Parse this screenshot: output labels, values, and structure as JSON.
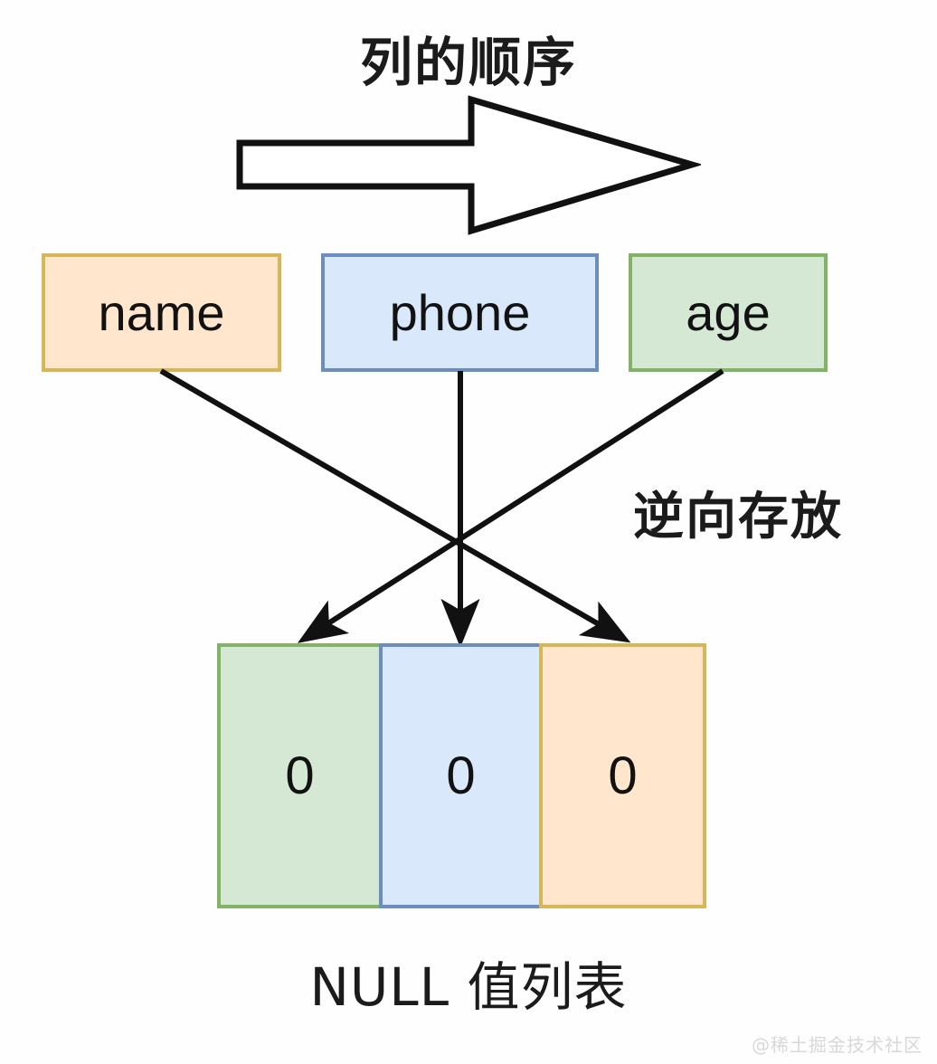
{
  "diagram": {
    "title": "列的顺序",
    "side_note": "逆向存放",
    "caption": "NULL 值列表",
    "watermark": "@稀土掘金技术社区",
    "top_arrow_label": "column-order-block-arrow",
    "columns": [
      {
        "label": "name",
        "fill": "#ffe6cc",
        "stroke": "#d6b656"
      },
      {
        "label": "phone",
        "fill": "#dae8fc",
        "stroke": "#6c8ebf"
      },
      {
        "label": "age",
        "fill": "#d5e8d4",
        "stroke": "#82b366"
      }
    ],
    "null_bitmap": [
      {
        "value": "0",
        "fill": "#d5e8d4",
        "stroke": "#82b366",
        "maps_to": "age"
      },
      {
        "value": "0",
        "fill": "#dae8fc",
        "stroke": "#6c8ebf",
        "maps_to": "phone"
      },
      {
        "value": "0",
        "fill": "#ffe6cc",
        "stroke": "#d6b656",
        "maps_to": "name"
      }
    ],
    "mappings": [
      {
        "from": "name",
        "to": "null-bit-3"
      },
      {
        "from": "phone",
        "to": "null-bit-2"
      },
      {
        "from": "age",
        "to": "null-bit-1"
      }
    ],
    "colors": {
      "line": "#111111",
      "text": "#1b1b1b",
      "background": "#fefefe"
    }
  }
}
